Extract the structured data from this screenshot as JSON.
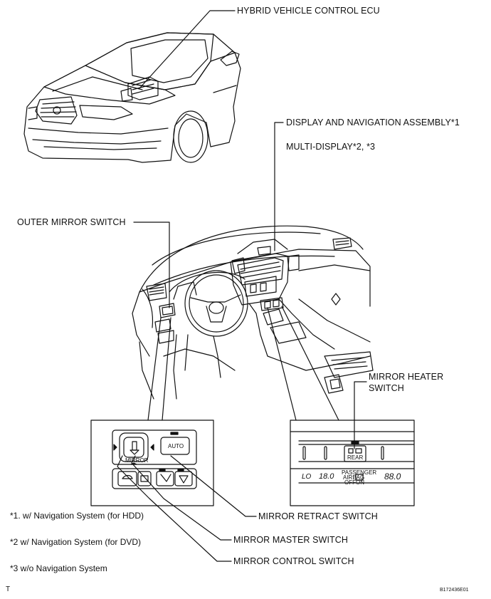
{
  "labels": {
    "hybrid_ecu": "HYBRID VEHICLE CONTROL ECU",
    "display_nav": "DISPLAY AND NAVIGATION ASSEMBLY*1",
    "multi_display": "MULTI-DISPLAY*2, *3",
    "outer_mirror_switch": "OUTER MIRROR SWITCH",
    "mirror_heater_line1": "MIRROR HEATER",
    "mirror_heater_line2": "SWITCH",
    "mirror_retract": "MIRROR RETRACT SWITCH",
    "mirror_master": "MIRROR MASTER SWITCH",
    "mirror_control": "MIRROR CONTROL SWITCH"
  },
  "notes": [
    "*1. w/ Navigation System (for HDD)",
    "*2  w/ Navigation System (for DVD)",
    "*3  w/o Navigation System"
  ],
  "corner_marks": {
    "left": "T",
    "right": "B172436E01"
  },
  "inset_text": {
    "mirror_knob": "MIRROR",
    "auto": "AUTO",
    "rear": "REAR",
    "passenger": "PASSENGER",
    "airbag": "AIRBAG",
    "off": "OFF",
    "on": "ON",
    "lo": "LO",
    "temp_left": "18.0",
    "temp_right": "88.0"
  }
}
